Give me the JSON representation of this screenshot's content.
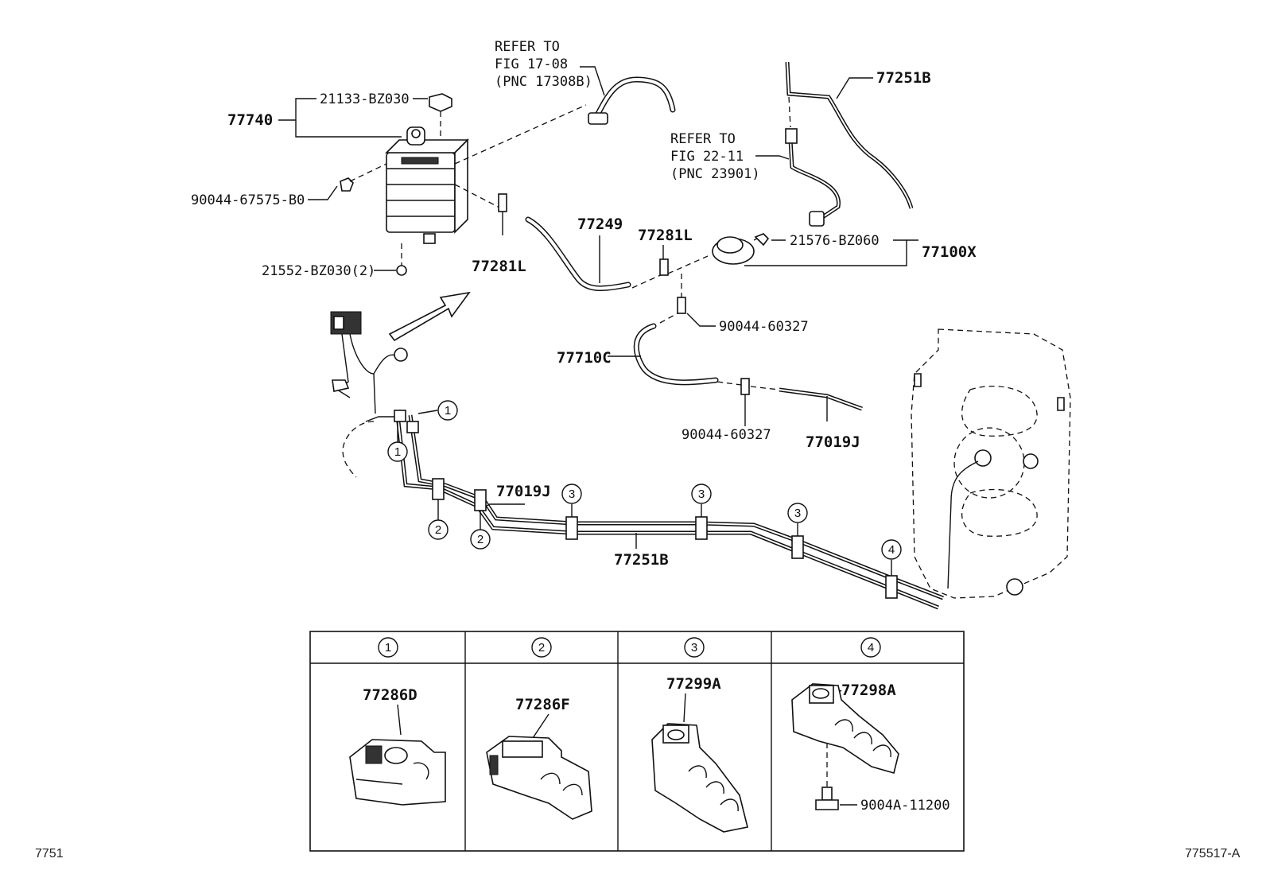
{
  "labels": {
    "p77740": "77740",
    "p21133": "21133-BZ030",
    "p90044_67575": "90044-67575-B0",
    "p21552": "21552-BZ030(2)",
    "p77281L_a": "77281L",
    "p77281L_b": "77281L",
    "p77249": "77249",
    "ref1_line1": "REFER TO",
    "ref1_line2": "FIG 17-08",
    "ref1_line3": "(PNC 17308B)",
    "ref2_line1": "REFER TO",
    "ref2_line2": "FIG 22-11",
    "ref2_line3": "(PNC 23901)",
    "p77251B_top": "77251B",
    "p21576": "21576-BZ060",
    "p77100X": "77100X",
    "p90044_60327_a": "90044-60327",
    "p90044_60327_b": "90044-60327",
    "p77710C": "77710C",
    "p77019J_a": "77019J",
    "p77019J_b": "77019J",
    "p77251B_bottom": "77251B"
  },
  "callouts": {
    "c1a": "1",
    "c1b": "1",
    "c2a": "2",
    "c2b": "2",
    "c3a": "3",
    "c3b": "3",
    "c3c": "3",
    "c4": "4"
  },
  "table": {
    "headers": [
      "1",
      "2",
      "3",
      "4"
    ],
    "cells": [
      {
        "part": "77286D"
      },
      {
        "part": "77286F"
      },
      {
        "part": "77299A"
      },
      {
        "part": "77298A",
        "bolt": "9004A-11200"
      }
    ]
  },
  "footer": {
    "left": "7751",
    "right": "775517-A"
  },
  "colors": {
    "ink": "#111111",
    "background": "#ffffff"
  }
}
